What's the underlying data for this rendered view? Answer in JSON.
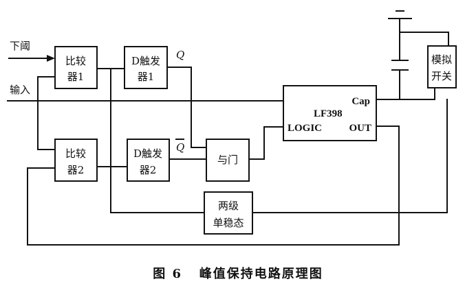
{
  "diagram": {
    "inputs": {
      "threshold": "下阈",
      "input": "输入"
    },
    "blocks": {
      "comparator1": [
        "比较",
        "器1"
      ],
      "comparator2": [
        "比较",
        "器2"
      ],
      "dff1": [
        "D触发",
        "器1"
      ],
      "dff2": [
        "D触发",
        "器2"
      ],
      "and_gate": "与门",
      "monostable": [
        "两级",
        "单稳态"
      ],
      "lf398": {
        "name": "LF398",
        "pin_cap": "Cap",
        "pin_logic": "LOGIC",
        "pin_out": "OUT"
      },
      "analog_switch": [
        "模拟",
        "开关"
      ]
    },
    "signals": {
      "q": "Q",
      "q_bar": "Q"
    },
    "caption": "图 6   峰值保持电路原理图"
  }
}
